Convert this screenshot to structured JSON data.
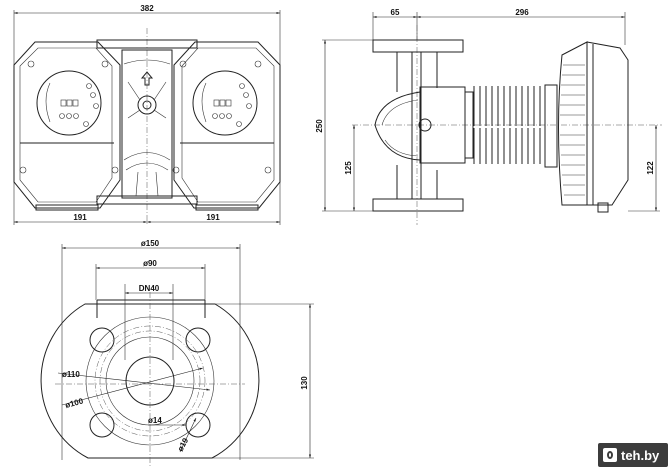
{
  "front_view": {
    "overall_width": "382",
    "left_half": "191",
    "right_half": "191"
  },
  "side_view": {
    "flange_offset": "65",
    "motor_length": "296",
    "overall_height": "250",
    "axis_height": "125",
    "box_height": "122"
  },
  "flange_view": {
    "outer_diameter": "ø150",
    "inner_width": "ø90",
    "nominal_size": "DN40",
    "bolt_circle_outer": "ø110",
    "bolt_circle_inner": "ø100",
    "hole_diameter": "ø14",
    "slot_diameter": "ø19",
    "height": "130"
  },
  "watermark": {
    "text": "teh.by"
  }
}
